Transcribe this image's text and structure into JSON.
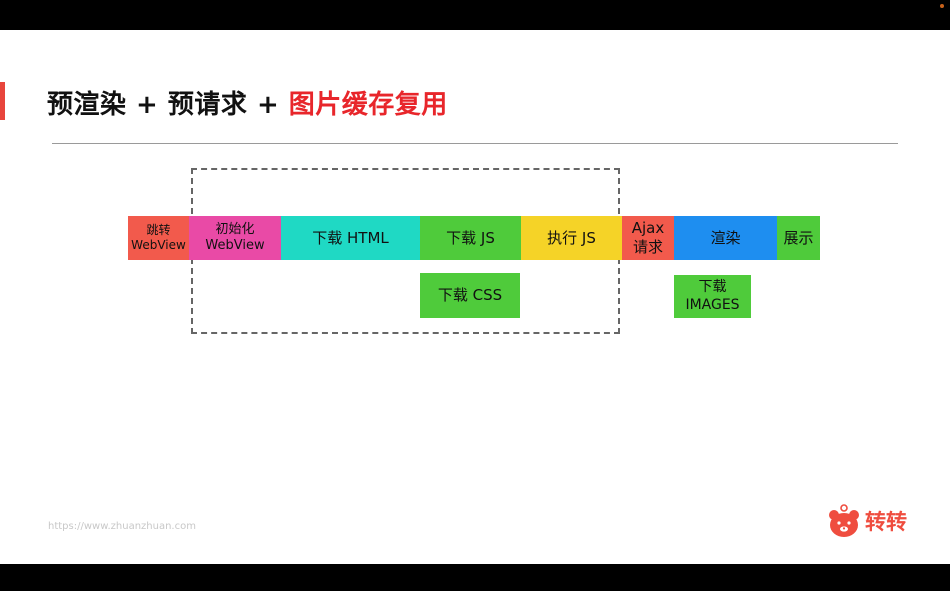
{
  "title": {
    "part1": "预渲染 + 预请求 + ",
    "highlight": "图片缓存复用"
  },
  "blocks": {
    "jump": {
      "line1": "跳转",
      "line2": "WebView"
    },
    "init": {
      "line1": "初始化",
      "line2": "WebView"
    },
    "download_html": "下载 HTML",
    "download_js": "下载 JS",
    "execute_js": "执行 JS",
    "ajax": {
      "line1": "Ajax",
      "line2": "请求"
    },
    "render": "渲染",
    "show": "展示",
    "download_css": "下载 CSS",
    "download_images": {
      "line1": "下载",
      "line2": "IMAGES"
    }
  },
  "footer": {
    "url": "https://www.zhuanzhuan.com",
    "brand": "转转"
  },
  "colors": {
    "title_highlight": "#e8262b",
    "red": "#f25a4c",
    "pink": "#e94aa6",
    "cyan": "#1fd9c4",
    "green": "#4fcb3b",
    "yellow": "#f5d327",
    "blue": "#1e8ef0",
    "brand": "#ef4d3f"
  }
}
